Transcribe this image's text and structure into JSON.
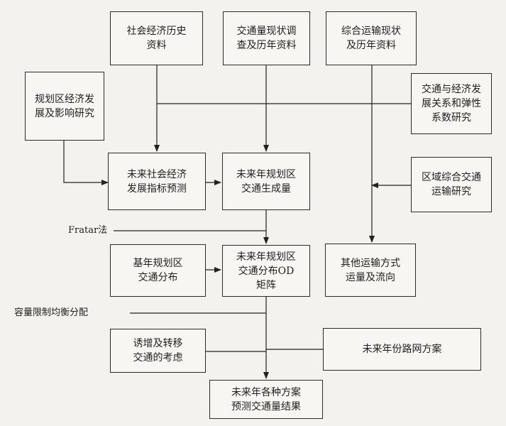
{
  "diagram": {
    "nodes": {
      "socio_history": "社会经济历史\n资料",
      "traffic_status": "交通量现状调\n查及历年资料",
      "transport_status": "综合运输现状\n及历年资料",
      "region_econ": "规划区经济发\n展及影响研究",
      "econ_relation": "交通与经济发\n展关系和弹性\n系数研究",
      "future_indicators": "未来社会经济\n发展指标预测",
      "future_generation": "未来年规划区\n交通生成量",
      "region_transport": "区域综合交通\n运输研究",
      "base_distribution": "基年规划区\n交通分布",
      "future_od": "未来年规划区\n交通分布OD\n矩阵",
      "other_modes": "其他运输方式\n运量及流向",
      "induced_transfer": "诱增及转移\n交通的考虑",
      "future_network": "未来年份路网方案",
      "final_result": "未来年各种方案\n预测交通量结果"
    },
    "labels": {
      "fratar": "Fratar法",
      "capacity_assignment": "容量限制均衡分配"
    }
  }
}
